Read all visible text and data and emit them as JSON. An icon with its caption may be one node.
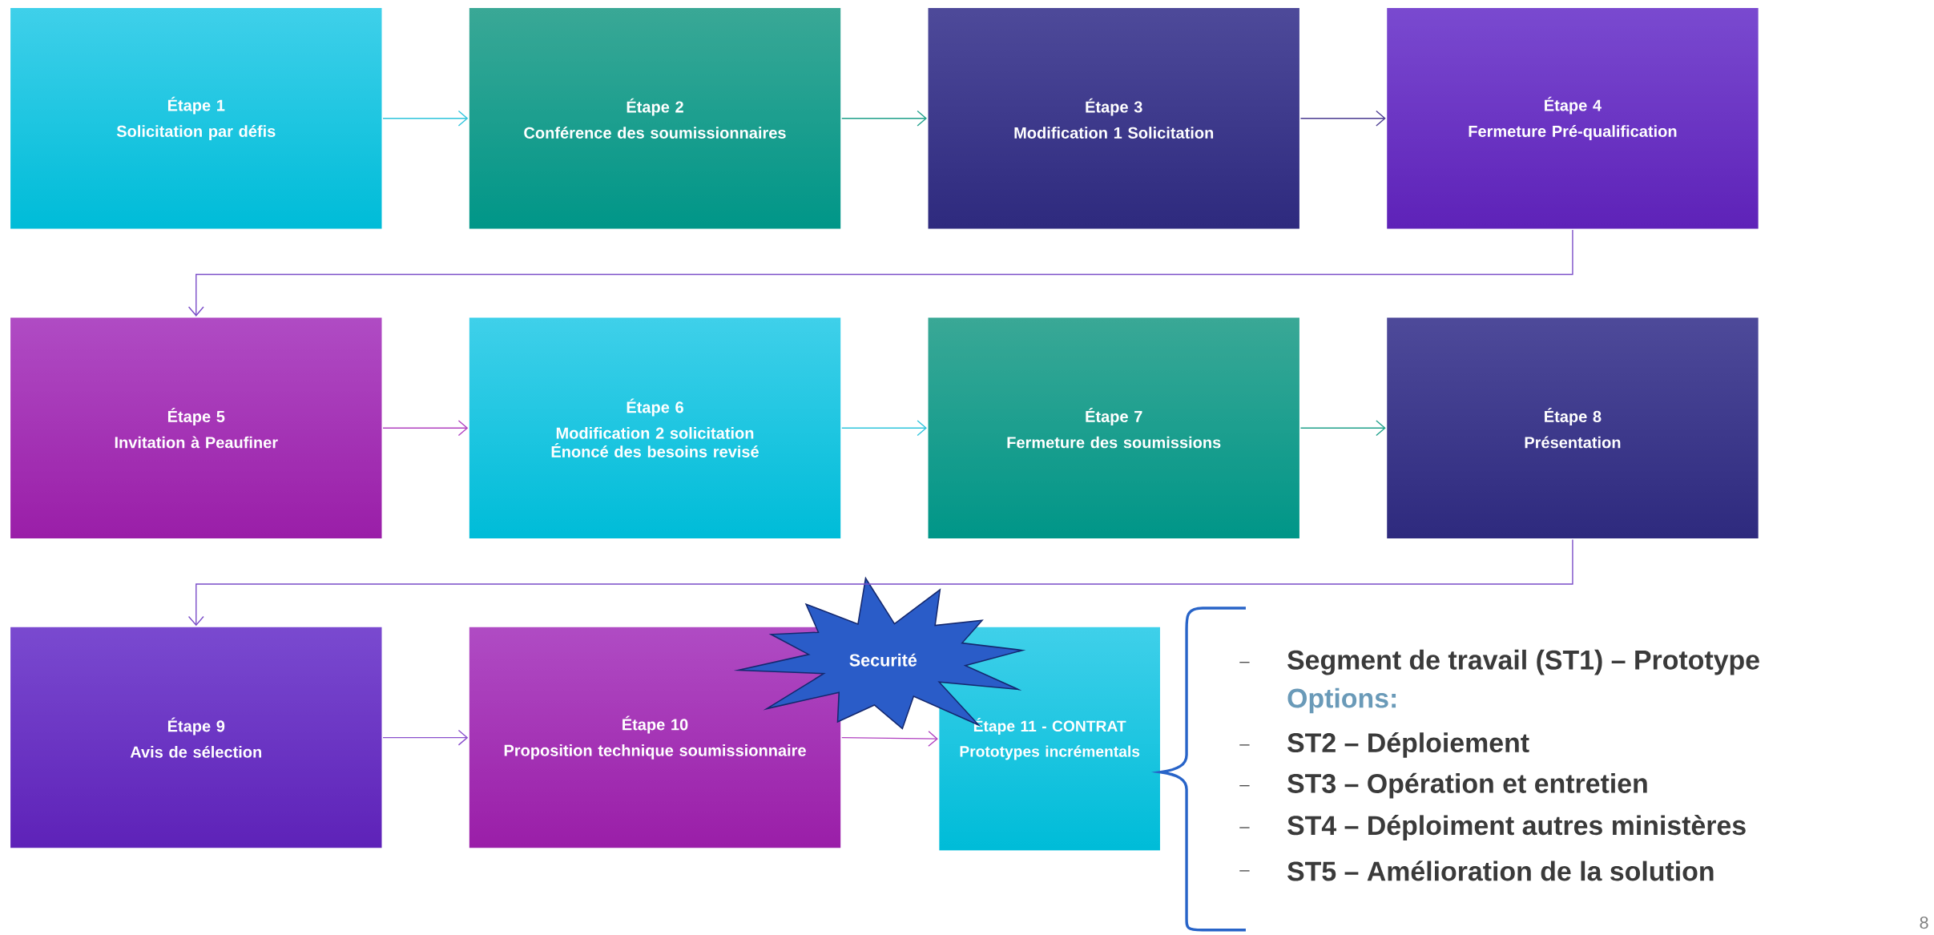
{
  "diagram": {
    "nodes": [
      {
        "text": [
          "Étape 1",
          "Solicitation par défis"
        ]
      },
      {
        "text": [
          "Étape 2",
          "Conférence des soumissionnaires"
        ]
      },
      {
        "text": [
          "Étape 3",
          "Modification 1 Solicitation"
        ]
      },
      {
        "text": [
          "Étape 4",
          "Fermeture Pré-qualification"
        ]
      },
      {
        "text": [
          "Étape 5",
          "Invitation à Peaufiner"
        ]
      },
      {
        "text": [
          "Étape 6",
          "Modification 2 solicitation Énoncé des besoins revisé"
        ]
      },
      {
        "text": [
          "Étape 7",
          "Fermeture des soumissions"
        ]
      },
      {
        "text": [
          "Étape 8",
          "Présentation"
        ]
      },
      {
        "text": [
          "Étape 9",
          "Avis de sélection"
        ]
      },
      {
        "text": [
          "Étape 10",
          "Proposition technique soumissionnaire"
        ]
      },
      {
        "text": [
          "Étape 11 - CONTRAT",
          "Prototypes incrémentals"
        ]
      },
      {
        "text": [
          "Securité"
        ]
      }
    ],
    "edges": [
      {
        "from": 0,
        "to": 1,
        "arrow": "to",
        "color": "#2ec4dc"
      },
      {
        "from": 1,
        "to": 2,
        "arrow": "to",
        "color": "#1fa08a"
      },
      {
        "from": 2,
        "to": 3,
        "arrow": "to",
        "color": "#4a3a90"
      },
      {
        "from": 3,
        "to": 4,
        "arrow": "to",
        "color": "#7a4cc8"
      },
      {
        "from": 4,
        "to": 5,
        "arrow": "to",
        "color": "#b040c0"
      },
      {
        "from": 5,
        "to": 6,
        "arrow": "to",
        "color": "#2ec4dc"
      },
      {
        "from": 6,
        "to": 7,
        "arrow": "to",
        "color": "#1fa08a"
      },
      {
        "from": 7,
        "to": 8,
        "arrow": "to",
        "color": "#7a4cc8"
      },
      {
        "from": 8,
        "to": 9,
        "arrow": "to",
        "color": "#8a50cc"
      },
      {
        "from": 9,
        "to": 10,
        "arrow": "to",
        "color": "#b040c0"
      }
    ],
    "labels": [
      "Segment de travail (ST1) – Prototype",
      "Options:",
      "ST2 – Déploiement",
      "ST3 – Opération et entretien",
      "ST4 – Déploiment autres ministères",
      "ST5 – Amélioration de la solution",
      "8"
    ]
  }
}
